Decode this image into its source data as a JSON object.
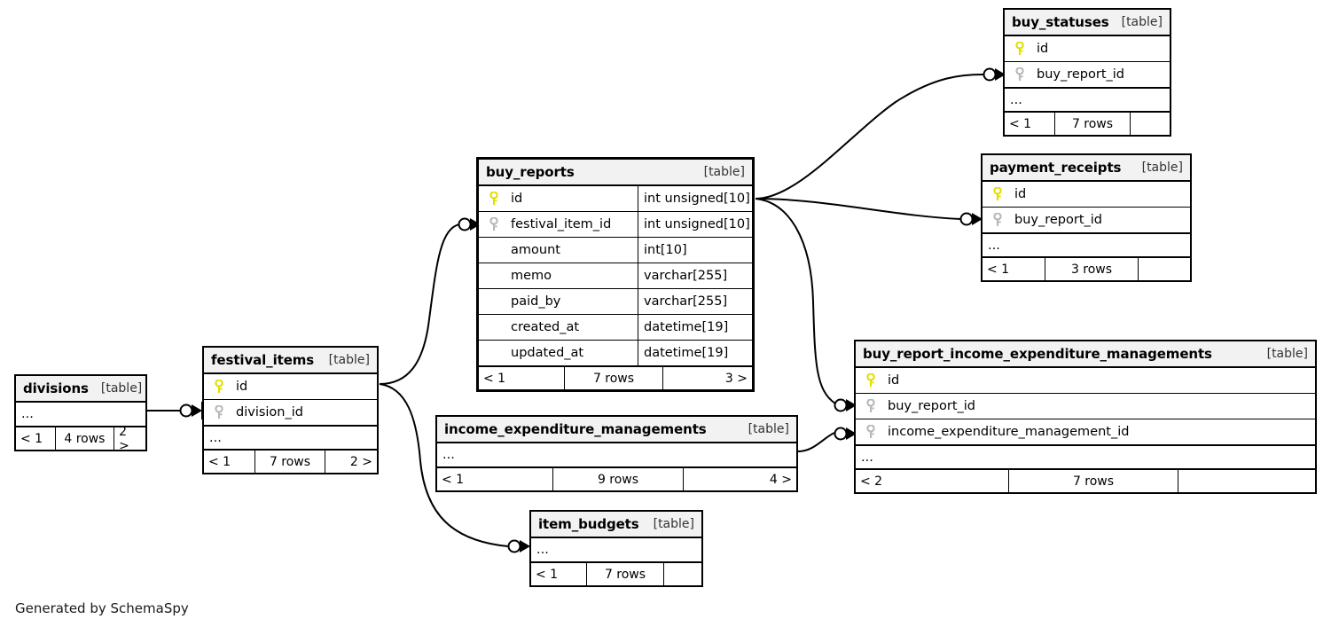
{
  "diagram": {
    "kind": "entity-relationship-diagram",
    "generator_credit": "Generated by SchemaSpy",
    "table_tag": "[table]",
    "ellipsis": "...",
    "colors": {
      "primary_key": "#e8e800",
      "foreign_key": "#b3b3b3",
      "border": "#000000",
      "header_fill": "#f2f2f2",
      "background": "#ffffff"
    }
  },
  "tables": {
    "buy_reports": {
      "title": "buy_reports",
      "tag": "[table]",
      "columns": [
        {
          "key": "primary",
          "name": "id",
          "type": "int unsigned[10]"
        },
        {
          "key": "foreign",
          "name": "festival_item_id",
          "type": "int unsigned[10]"
        },
        {
          "key": "none",
          "name": "amount",
          "type": "int[10]"
        },
        {
          "key": "none",
          "name": "memo",
          "type": "varchar[255]"
        },
        {
          "key": "none",
          "name": "paid_by",
          "type": "varchar[255]"
        },
        {
          "key": "none",
          "name": "created_at",
          "type": "datetime[19]"
        },
        {
          "key": "none",
          "name": "updated_at",
          "type": "datetime[19]"
        }
      ],
      "footer": {
        "left": "< 1",
        "middle": "7 rows",
        "right": "3 >"
      }
    },
    "buy_statuses": {
      "title": "buy_statuses",
      "tag": "[table]",
      "columns": [
        {
          "key": "primary",
          "name": "id",
          "type": ""
        },
        {
          "key": "foreign",
          "name": "buy_report_id",
          "type": ""
        }
      ],
      "ellipsis": "...",
      "footer": {
        "left": "< 1",
        "middle": "7 rows",
        "right": ""
      }
    },
    "payment_receipts": {
      "title": "payment_receipts",
      "tag": "[table]",
      "columns": [
        {
          "key": "primary",
          "name": "id",
          "type": ""
        },
        {
          "key": "foreign",
          "name": "buy_report_id",
          "type": ""
        }
      ],
      "ellipsis": "...",
      "footer": {
        "left": "< 1",
        "middle": "3 rows",
        "right": ""
      }
    },
    "buy_report_income_expenditure_managements": {
      "title": "buy_report_income_expenditure_managements",
      "tag": "[table]",
      "columns": [
        {
          "key": "primary",
          "name": "id",
          "type": ""
        },
        {
          "key": "foreign",
          "name": "buy_report_id",
          "type": ""
        },
        {
          "key": "foreign",
          "name": "income_expenditure_management_id",
          "type": ""
        }
      ],
      "ellipsis": "...",
      "footer": {
        "left": "< 2",
        "middle": "7 rows",
        "right": ""
      }
    },
    "income_expenditure_managements": {
      "title": "income_expenditure_managements",
      "tag": "[table]",
      "columns": [],
      "ellipsis": "...",
      "footer": {
        "left": "< 1",
        "middle": "9 rows",
        "right": "4 >"
      }
    },
    "item_budgets": {
      "title": "item_budgets",
      "tag": "[table]",
      "columns": [],
      "ellipsis": "...",
      "footer": {
        "left": "< 1",
        "middle": "7 rows",
        "right": ""
      }
    },
    "festival_items": {
      "title": "festival_items",
      "tag": "[table]",
      "columns": [
        {
          "key": "primary",
          "name": "id",
          "type": ""
        },
        {
          "key": "foreign",
          "name": "division_id",
          "type": ""
        }
      ],
      "ellipsis": "...",
      "footer": {
        "left": "< 1",
        "middle": "7 rows",
        "right": "2 >"
      }
    },
    "divisions": {
      "title": "divisions",
      "tag": "[table]",
      "columns": [],
      "ellipsis": "...",
      "footer": {
        "left": "< 1",
        "middle": "4 rows",
        "right": "2 >"
      }
    }
  },
  "relationships": [
    {
      "from": "buy_reports.id",
      "to": "buy_statuses.buy_report_id"
    },
    {
      "from": "buy_reports.id",
      "to": "payment_receipts.buy_report_id"
    },
    {
      "from": "buy_reports.id",
      "to": "buy_report_income_expenditure_managements.buy_report_id"
    },
    {
      "from": "income_expenditure_managements",
      "to": "buy_report_income_expenditure_managements.income_expenditure_management_id"
    },
    {
      "from": "festival_items.id",
      "to": "buy_reports.festival_item_id"
    },
    {
      "from": "festival_items.id",
      "to": "item_budgets"
    },
    {
      "from": "divisions",
      "to": "festival_items.division_id"
    }
  ]
}
